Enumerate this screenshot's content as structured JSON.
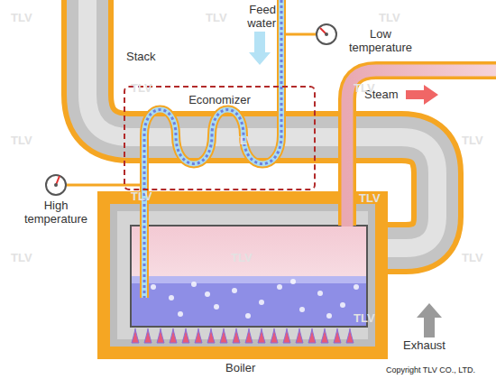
{
  "diagram": {
    "nodes": [
      {
        "text": [
          "Economizer"
        ]
      }
    ],
    "labels": [
      "Feed water",
      "Low temperature",
      "Stack",
      "Steam",
      "High temperature",
      "Exhaust",
      "Boiler",
      "Copyright TLV CO., LTD.",
      "TLV",
      "TLV",
      "TLV",
      "TLV",
      "TLV",
      "TLV",
      "TLV",
      "TLV",
      "TLV",
      "TLV",
      "TLV",
      "TLV",
      "TLV",
      "TLV"
    ]
  }
}
